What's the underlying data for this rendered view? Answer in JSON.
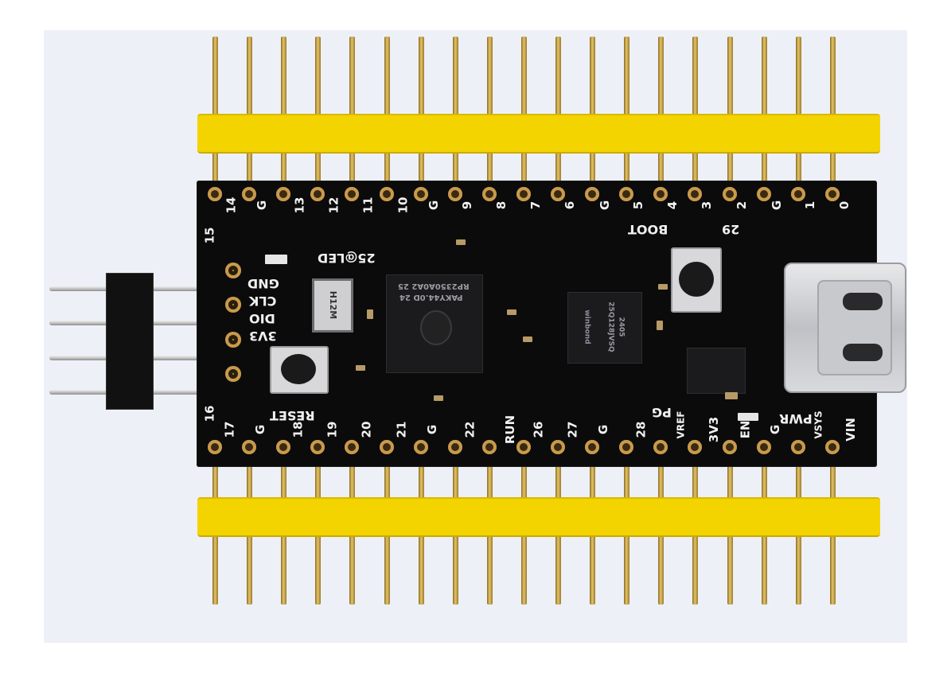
{
  "board": {
    "top_pins": [
      "14",
      "G",
      "13",
      "12",
      "11",
      "10",
      "G",
      "9",
      "8",
      "7",
      "6",
      "G",
      "5",
      "4",
      "3",
      "2",
      "G",
      "1",
      "0"
    ],
    "bottom_pins": [
      "17",
      "G",
      "18",
      "19",
      "20",
      "21",
      "G",
      "22",
      "RUN",
      "26",
      "27",
      "G",
      "28",
      "VREF",
      "3V3",
      "EN",
      "G",
      "VSYS",
      "VIN"
    ],
    "left_pin_top": "15",
    "left_pin_bottom": "16",
    "side_header_labels": [
      "GND",
      "CLK",
      "DIO",
      "3V3"
    ],
    "led_label": "25@LED",
    "reset_label": "RESET",
    "boot_label": "BOOT",
    "gpio29_label": "29",
    "pg_label": "PG",
    "pwr_label": "PWR",
    "mcu_text": [
      "RP2350A0A2 25",
      "PAKY44.0D 24"
    ],
    "flash_text": [
      "winbond",
      "25Q128JVSQ",
      "2405"
    ],
    "crystal_text": "H12M",
    "colors": {
      "pcb": "#0b0b0c",
      "header": "#f3d300",
      "pin": "#e3c46a",
      "pad": "#c89a4b"
    }
  }
}
